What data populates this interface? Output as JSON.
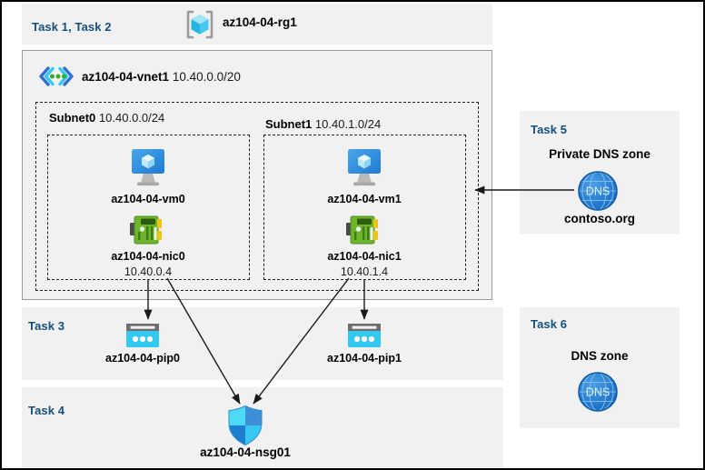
{
  "header": {
    "tasks_label": "Task 1, Task 2",
    "resource_group": "az104-04-rg1",
    "resource_group_icon": "resource-group-cube-icon"
  },
  "vnet": {
    "name": "az104-04-vnet1",
    "cidr": "10.40.0.0/20",
    "icon": "virtual-network-icon",
    "subnets": [
      {
        "name": "Subnet0",
        "cidr": "10.40.0.0/24",
        "resources": [
          {
            "type": "virtual-machine",
            "icon": "virtual-machine-icon",
            "name": "az104-04-vm0"
          },
          {
            "type": "network-interface",
            "icon": "network-interface-icon",
            "name": "az104-04-nic0",
            "ip": "10.40.0.4"
          }
        ]
      },
      {
        "name": "Subnet1",
        "cidr": "10.40.1.0/24",
        "resources": [
          {
            "type": "virtual-machine",
            "icon": "virtual-machine-icon",
            "name": "az104-04-vm1"
          },
          {
            "type": "network-interface",
            "icon": "network-interface-icon",
            "name": "az104-04-nic1",
            "ip": "10.40.1.4"
          }
        ]
      }
    ]
  },
  "task3": {
    "label": "Task 3",
    "public_ips": [
      {
        "icon": "public-ip-address-icon",
        "name": "az104-04-pip0"
      },
      {
        "icon": "public-ip-address-icon",
        "name": "az104-04-pip1"
      }
    ]
  },
  "task4": {
    "label": "Task 4",
    "nsg": {
      "icon": "network-security-group-shield-icon",
      "name": "az104-04-nsg01"
    }
  },
  "task5": {
    "label": "Task 5",
    "title": "Private DNS zone",
    "icon": "dns-globe-icon",
    "icon_text": "DNS",
    "zone_name": "contoso.org"
  },
  "task6": {
    "label": "Task 6",
    "title": "DNS zone",
    "icon": "dns-globe-icon",
    "icon_text": "DNS"
  },
  "colors": {
    "task_label": "#13507f",
    "band_background": "#f1f1f1",
    "azure_blue": "#0078d4",
    "cyan": "#32c8f0",
    "nic_green": "#5ea826",
    "page_background": "#ffffff"
  }
}
